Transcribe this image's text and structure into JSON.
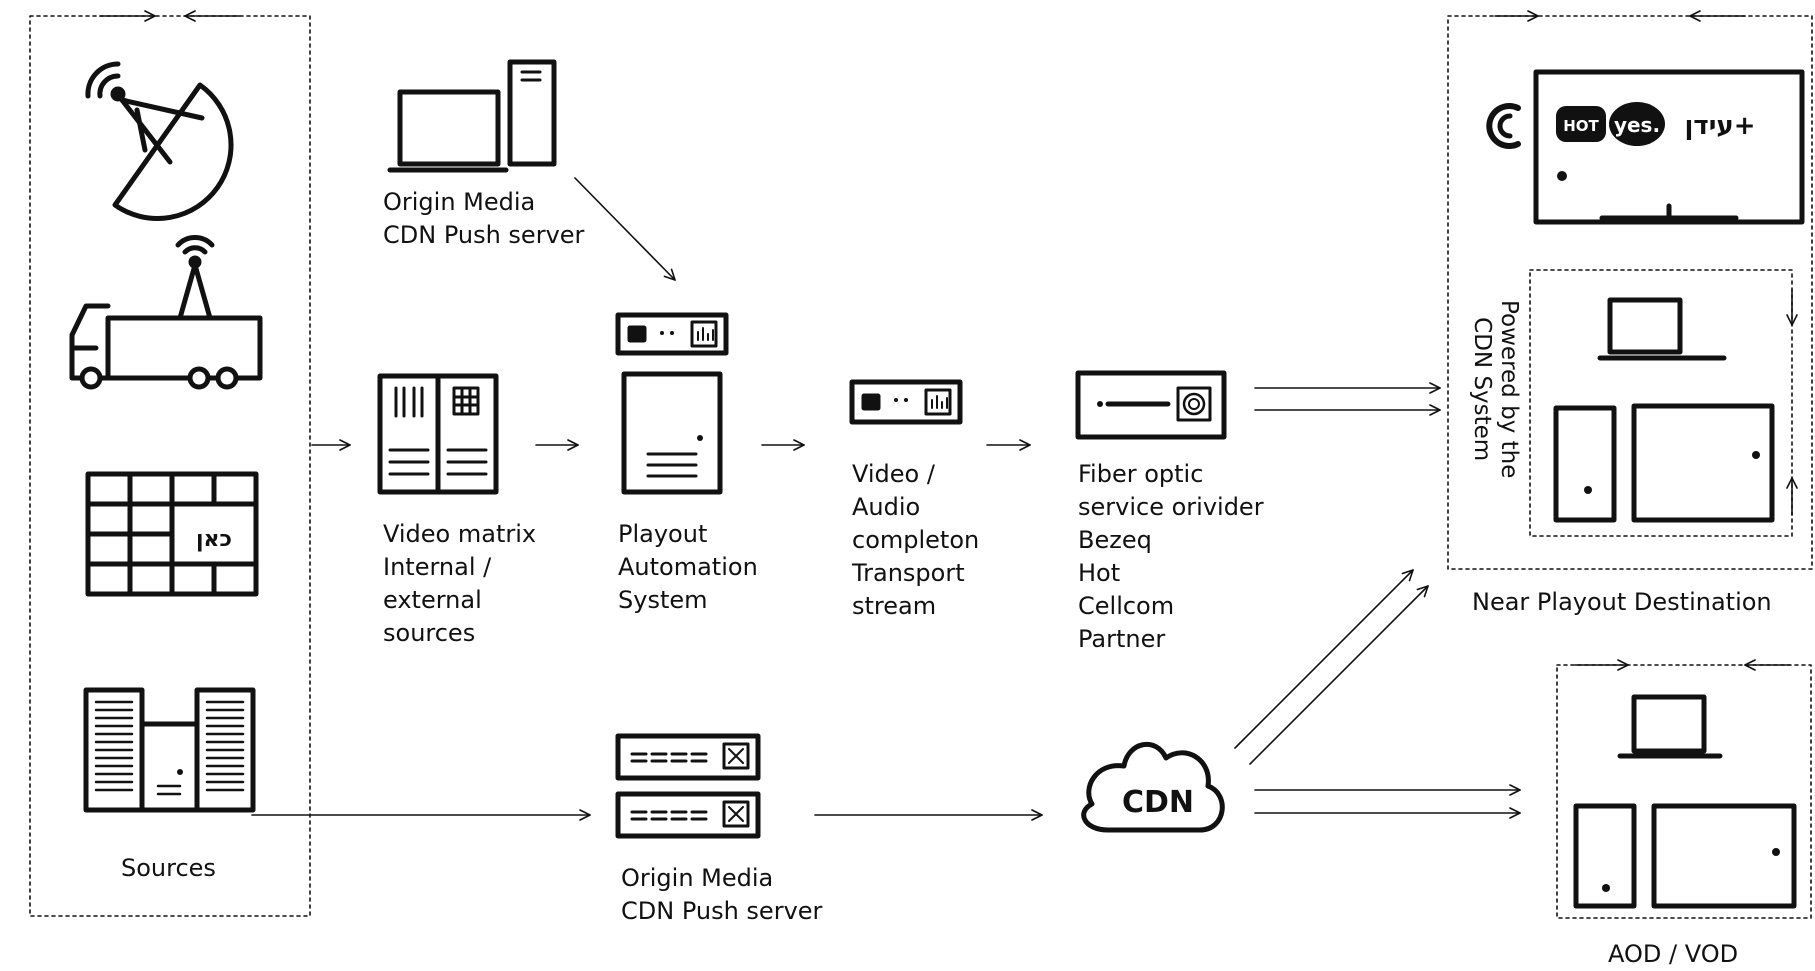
{
  "colors": {
    "ink": "#111111",
    "background": "#ffffff"
  },
  "sources": {
    "label": "Sources",
    "icons": [
      "satellite-dish-icon",
      "broadcast-truck-icon",
      "video-wall-icon",
      "server-rack-icon"
    ],
    "wall_text": "כאן"
  },
  "origin_top": {
    "label": "Origin Media\nCDN Push server"
  },
  "origin_bottom": {
    "label": "Origin Media\nCDN Push server"
  },
  "video_matrix": {
    "label": "Video matrix\nInternal /\nexternal\nsources"
  },
  "playout": {
    "label": "Playout\nAutomation\nSystem"
  },
  "encoder": {
    "label": "Video /\nAudio\ncompleton\nTransport\nstream"
  },
  "fiber": {
    "label": "Fiber optic\nservice orivider\nBezeq\nHot\nCellcom\nPartner"
  },
  "cdn": {
    "text": "CDN"
  },
  "near_playout": {
    "label": "Near Playout Destination",
    "powered_by": "Powered by the\nCDN System",
    "tv_logos": [
      "HOT",
      "yes.",
      "עידן+"
    ]
  },
  "aod": {
    "label": "AOD / VOD"
  }
}
